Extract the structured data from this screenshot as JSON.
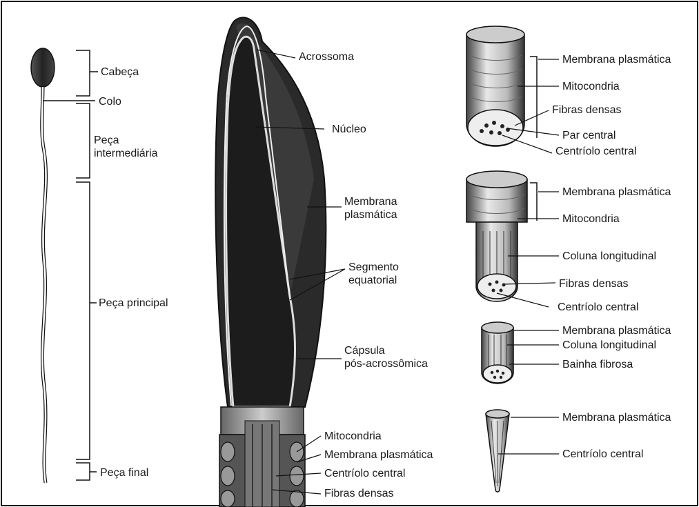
{
  "figure": {
    "whole_cell": {
      "cabeca": "Cabeça",
      "colo": "Colo",
      "peca_intermediaria": "Peça\nintermediária",
      "peca_principal": "Peça principal",
      "peca_final": "Peça final"
    },
    "head_section": {
      "acrossoma": "Acrossoma",
      "nucleo": "Núcleo",
      "membrana_plasmatica": "Membrana\nplasmática",
      "segmento_equatorial": "Segmento\nequatorial",
      "capsula": "Cápsula\npós-acrossômica",
      "mitocondria": "Mitocondria",
      "membrana_plasmatica_2": "Membrana plasmática",
      "centriolo_central": "Centríolo central",
      "fibras_densas": "Fibras densas"
    },
    "tail_sections": {
      "middle_piece": {
        "membrana": "Membrana plasmática",
        "mitocondria": "Mitocondria",
        "fibras": "Fibras densas",
        "par_central": "Par central",
        "centriolo": "Centríolo central"
      },
      "principal_upper": {
        "membrana": "Membrana plasmática",
        "mitocondria": "Mitocondria",
        "coluna": "Coluna longitudinal",
        "fibras": "Fibras densas",
        "centriolo": "Centríolo central"
      },
      "principal_lower": {
        "membrana": "Membrana plasmática",
        "coluna": "Coluna longitudinal",
        "bainha": "Bainha fibrosa"
      },
      "end_piece": {
        "membrana": "Membrana plasmática",
        "centriolo": "Centríolo central"
      }
    }
  }
}
